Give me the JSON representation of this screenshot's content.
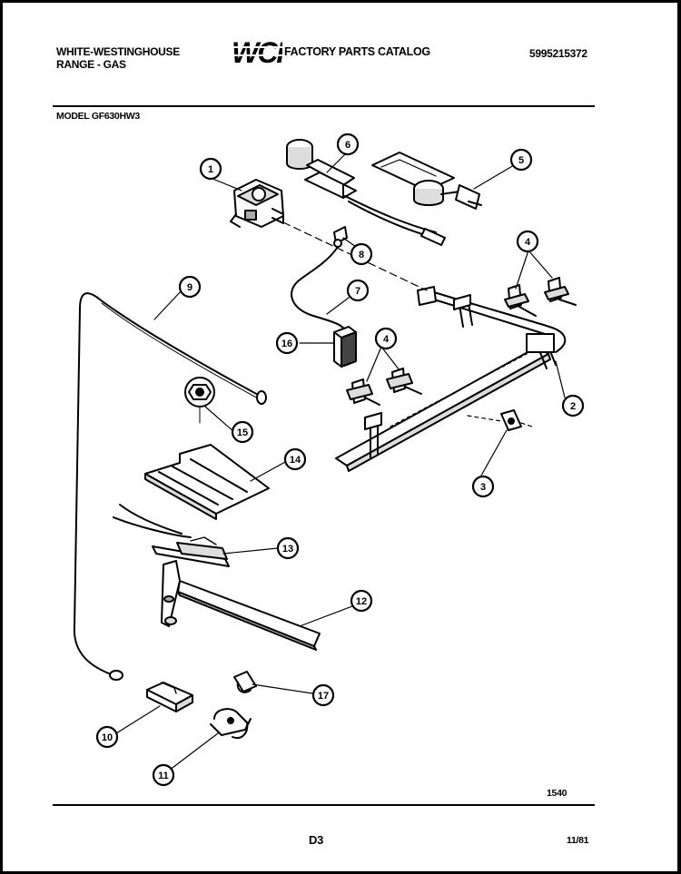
{
  "header": {
    "brand_line1": "WHITE-WESTINGHOUSE",
    "brand_line2": "RANGE - GAS",
    "logo_text": "WCI",
    "catalog_title": "FACTORY PARTS CATALOG",
    "catalog_number": "5995215372"
  },
  "model": "MODEL GF630HW3",
  "callouts": [
    {
      "id": "1"
    },
    {
      "id": "2"
    },
    {
      "id": "3"
    },
    {
      "id": "4"
    },
    {
      "id": "4"
    },
    {
      "id": "5"
    },
    {
      "id": "6"
    },
    {
      "id": "7"
    },
    {
      "id": "8"
    },
    {
      "id": "9"
    },
    {
      "id": "10"
    },
    {
      "id": "11"
    },
    {
      "id": "12"
    },
    {
      "id": "13"
    },
    {
      "id": "14"
    },
    {
      "id": "15"
    },
    {
      "id": "16"
    },
    {
      "id": "17"
    }
  ],
  "footer": {
    "diagram_number": "1540",
    "page_label": "D3",
    "date": "11/81"
  }
}
